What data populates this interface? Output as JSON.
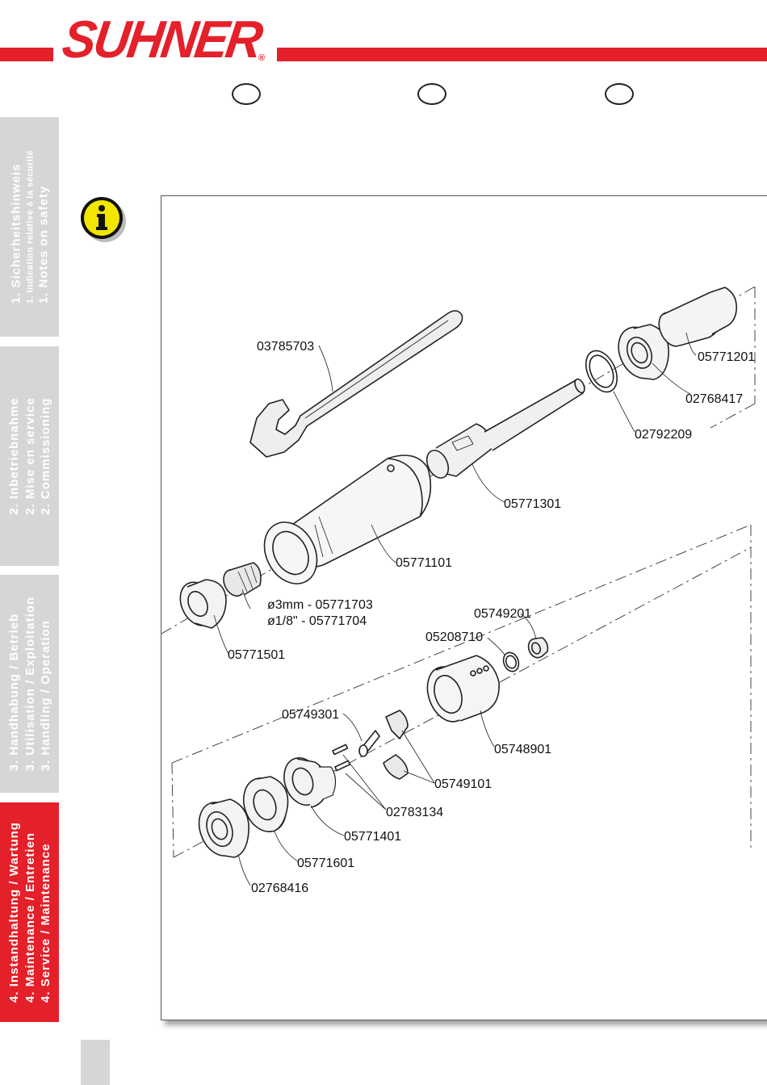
{
  "header": {
    "brand": "SUHNER",
    "registered": "®"
  },
  "sidebar": {
    "tabs": [
      {
        "lines": [
          "1. Sicherheitshinweis",
          "1. Indication relative à la sécurité",
          "1. Notes on safety"
        ],
        "active": false
      },
      {
        "lines": [
          "2. Inbetriebnahme",
          "2. Mise en service",
          "2. Commissioning"
        ],
        "active": false
      },
      {
        "lines": [
          "3. Handhabung / Betrieb",
          "3. Utilisation / Exploitation",
          "3. Handling / Operation"
        ],
        "active": false
      },
      {
        "lines": [
          "4. Instandhaltung / Wartung",
          "4. Maintenance / Entretien",
          "4. Service / Maintenance"
        ],
        "active": true
      }
    ]
  },
  "parts": {
    "p03785703": "03785703",
    "p05771201": "05771201",
    "p02768417": "02768417",
    "p02792209": "02792209",
    "p05771301": "05771301",
    "p05771101": "05771101",
    "p05771703": "ø3mm - 05771703",
    "p05771704": "ø1/8\" -   05771704",
    "p05771501": "05771501",
    "p05749201": "05749201",
    "p05208710": "05208710",
    "p05749301": "05749301",
    "p05748901": "05748901",
    "p05749101": "05749101",
    "p02783134": "02783134",
    "p05771401": "05771401",
    "p05771601": "05771601",
    "p02768416": "02768416"
  },
  "colors": {
    "brand_red": "#e4202a",
    "tab_gray": "#d6d6d6",
    "info_yellow": "#f2e600"
  }
}
